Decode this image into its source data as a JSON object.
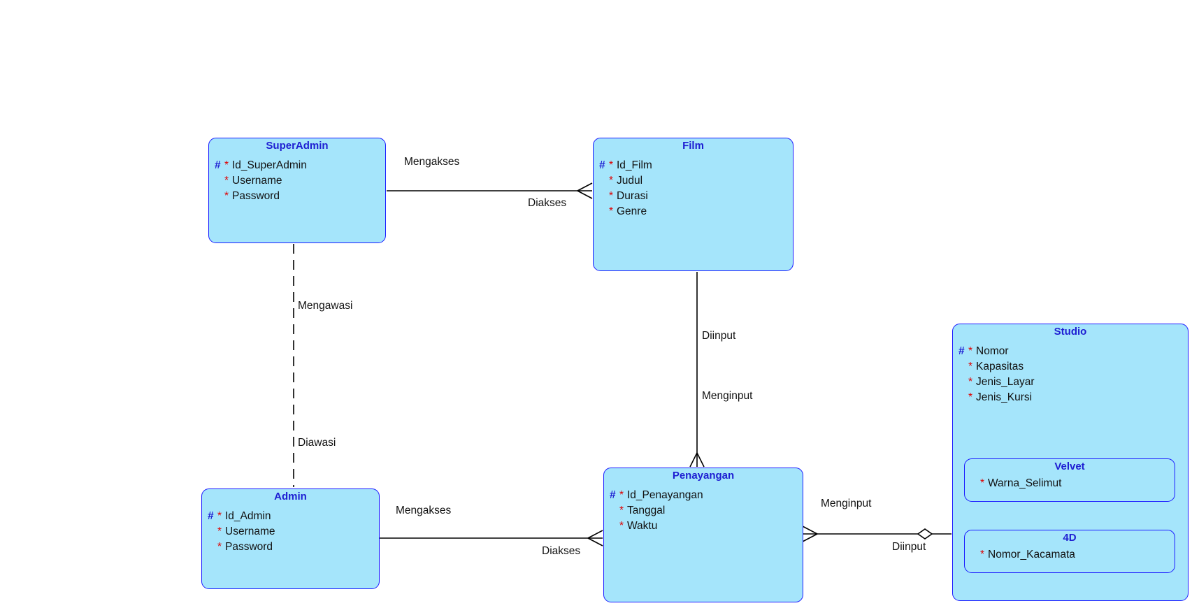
{
  "entities": {
    "superadmin": {
      "name": "SuperAdmin",
      "attributes": [
        {
          "name": "Id_SuperAdmin",
          "pk": true
        },
        {
          "name": "Username",
          "pk": false
        },
        {
          "name": "Password",
          "pk": false
        }
      ]
    },
    "film": {
      "name": "Film",
      "attributes": [
        {
          "name": "Id_Film",
          "pk": true
        },
        {
          "name": "Judul",
          "pk": false
        },
        {
          "name": "Durasi",
          "pk": false
        },
        {
          "name": "Genre",
          "pk": false
        }
      ]
    },
    "admin": {
      "name": "Admin",
      "attributes": [
        {
          "name": "Id_Admin",
          "pk": true
        },
        {
          "name": "Username",
          "pk": false
        },
        {
          "name": "Password",
          "pk": false
        }
      ]
    },
    "penayangan": {
      "name": "Penayangan",
      "attributes": [
        {
          "name": "Id_Penayangan",
          "pk": true
        },
        {
          "name": "Tanggal",
          "pk": false
        },
        {
          "name": "Waktu",
          "pk": false
        }
      ]
    },
    "studio": {
      "name": "Studio",
      "attributes": [
        {
          "name": "Nomor",
          "pk": true
        },
        {
          "name": "Kapasitas",
          "pk": false
        },
        {
          "name": "Jenis_Layar",
          "pk": false
        },
        {
          "name": "Jenis_Kursi",
          "pk": false
        }
      ],
      "subtypes": {
        "velvet": {
          "name": "Velvet",
          "attributes": [
            {
              "name": "Warna_Selimut",
              "pk": false
            }
          ]
        },
        "fourd": {
          "name": "4D",
          "attributes": [
            {
              "name": "Nomor_Kacamata",
              "pk": false
            }
          ]
        }
      }
    }
  },
  "markers": {
    "pk": "#",
    "mandatory": "*"
  },
  "relationships": {
    "superadmin_film": {
      "from_label": "Mengakses",
      "to_label": "Diakses"
    },
    "superadmin_admin": {
      "from_label": "Mengawasi",
      "to_label": "Diawasi"
    },
    "film_penayangan": {
      "from_label": "Diinput",
      "to_label": "Menginput"
    },
    "admin_penayangan": {
      "from_label": "Mengakses",
      "to_label": "Diakses"
    },
    "penayangan_studio": {
      "from_label": "Menginput",
      "to_label": "Diinput"
    }
  },
  "colors": {
    "entity_fill": "#a5e5fb",
    "entity_border": "#1a1aff",
    "entity_title": "#1e1ed2",
    "mandatory_marker": "#e00000",
    "pk_marker": "#1e1ed2",
    "line": "#000000"
  }
}
